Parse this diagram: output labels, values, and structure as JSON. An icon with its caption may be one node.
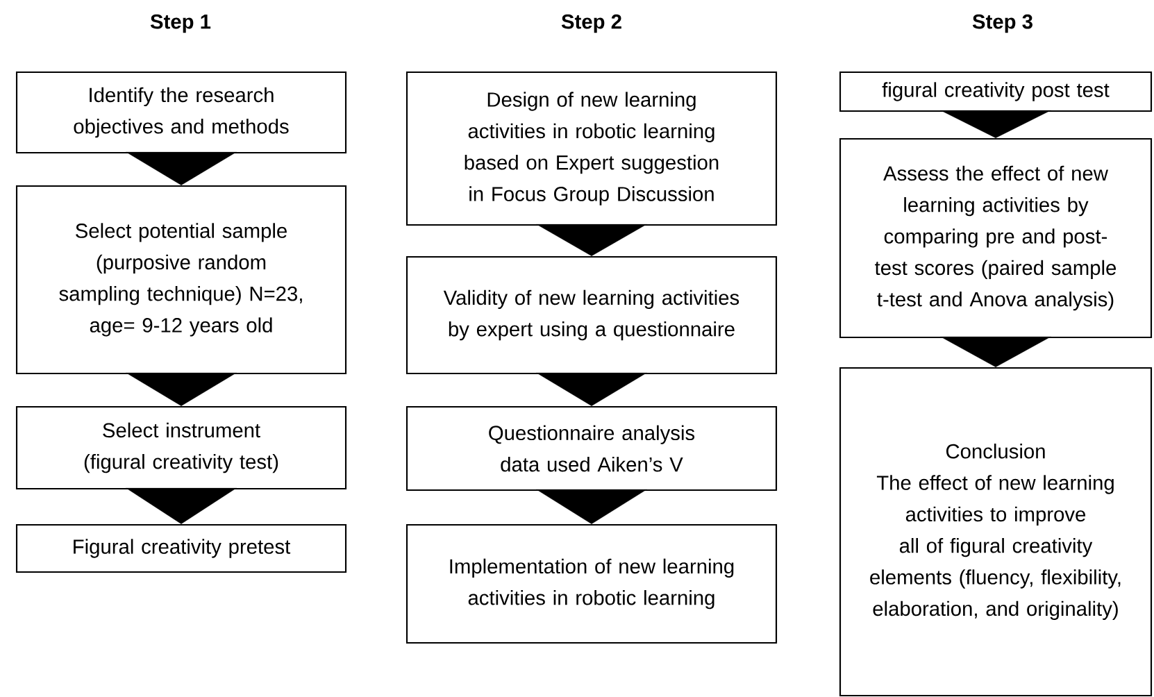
{
  "diagram": {
    "nodes": [
      {
        "text": [
          "Identify the research objectives and methods"
        ]
      },
      {
        "text": [
          "Select potential sample (purposive random sampling technique) N=23, age= 9-12 years old"
        ]
      },
      {
        "text": [
          "Select instrument (figural creativity test)"
        ]
      },
      {
        "text": [
          "Figural creativity pretest"
        ]
      },
      {
        "text": [
          "Design of new learning activities in robotic learning based on Expert suggestion in Focus Group Discussion"
        ]
      },
      {
        "text": [
          "Validity of new learning activities by expert using a questionnaire"
        ]
      },
      {
        "text": [
          "Questionnaire analysis data used Aiken’s V"
        ]
      },
      {
        "text": [
          "Implementation of new learning activities in robotic learning"
        ]
      },
      {
        "text": [
          "figural creativity post test"
        ]
      },
      {
        "text": [
          "Assess the effect of new learning activities by comparing pre and post-test scores (paired sample t-test and Anova analysis)"
        ]
      },
      {
        "text": [
          "Conclusion",
          "The effect of new learning activities to improve all of figural creativity elements (fluency, flexibility, elaboration, and originality)"
        ]
      }
    ],
    "edges": [
      {
        "from": 0,
        "to": 1,
        "arrow": "to"
      },
      {
        "from": 1,
        "to": 2,
        "arrow": "to"
      },
      {
        "from": 2,
        "to": 3,
        "arrow": "to"
      },
      {
        "from": 4,
        "to": 5,
        "arrow": "to"
      },
      {
        "from": 5,
        "to": 6,
        "arrow": "to"
      },
      {
        "from": 6,
        "to": 7,
        "arrow": "to"
      },
      {
        "from": 8,
        "to": 9,
        "arrow": "to"
      },
      {
        "from": 9,
        "to": 10,
        "arrow": "to"
      }
    ],
    "labels": [
      "Step 1",
      "Step 2",
      "Step 3"
    ]
  }
}
